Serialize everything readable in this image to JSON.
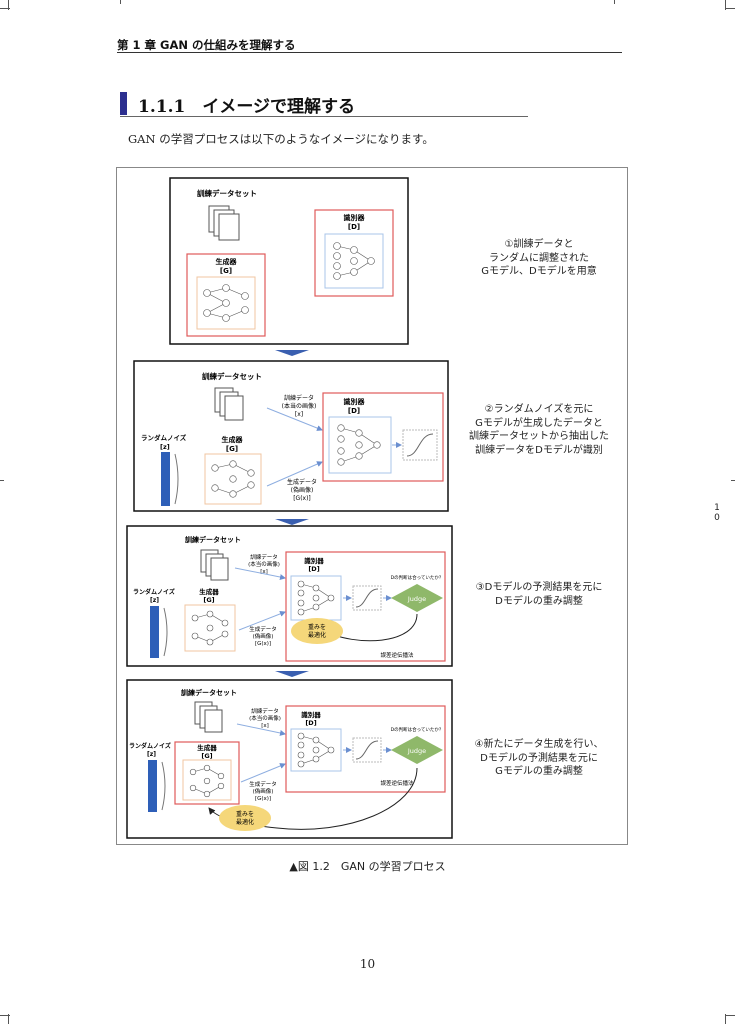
{
  "chapter_header": "第 1 章 GAN の仕組みを理解する",
  "section_title": "1.1.1　イメージで理解する",
  "intro_text": "GAN の学習プロセスは以下のようなイメージになります。",
  "figure": {
    "caption": "▲図 1.2　GAN の学習プロセス",
    "labels": {
      "dataset": "訓練データセット",
      "discriminator": "識別器",
      "discriminator_sym": "[D]",
      "generator": "生成器",
      "generator_sym": "[G]",
      "noise": "ランダムノイズ",
      "noise_sym": "[z]",
      "real_data": "訓練データ",
      "real_data_sub": "(本当の画像)",
      "real_data_sym": "[x]",
      "fake_data": "生成データ",
      "fake_data_sub": "(偽画像)",
      "fake_data_sym": "[G(x)]",
      "judge": "Judge",
      "judge_question": "Dの判断は合っていたか？",
      "optimize": "重みを",
      "optimize2": "最適化",
      "backprop": "誤差逆伝播法"
    },
    "steps": [
      {
        "lines": [
          "①訓練データと",
          "ランダムに調整された",
          "Gモデル、Dモデルを用意"
        ]
      },
      {
        "lines": [
          "②ランダムノイズを元に",
          "Gモデルが生成したデータと",
          "訓練データセットから抽出した",
          "訓練データをDモデルが識別"
        ]
      },
      {
        "lines": [
          "③Dモデルの予測結果を元に",
          "Dモデルの重み調整"
        ]
      },
      {
        "lines": [
          "④新たにデータ生成を行い、",
          "Dモデルの予測結果を元に",
          "Gモデルの重み調整"
        ]
      }
    ]
  },
  "page_number": "10",
  "side_page_number": [
    "1",
    "0"
  ],
  "colors": {
    "accent_bar": "#2c2f8f",
    "red_box": "#e05a5a",
    "arrow": "#3a5fb0",
    "judge": "#8fb86a",
    "optimize": "#f5d77a",
    "noise": "#2e5fb8"
  }
}
